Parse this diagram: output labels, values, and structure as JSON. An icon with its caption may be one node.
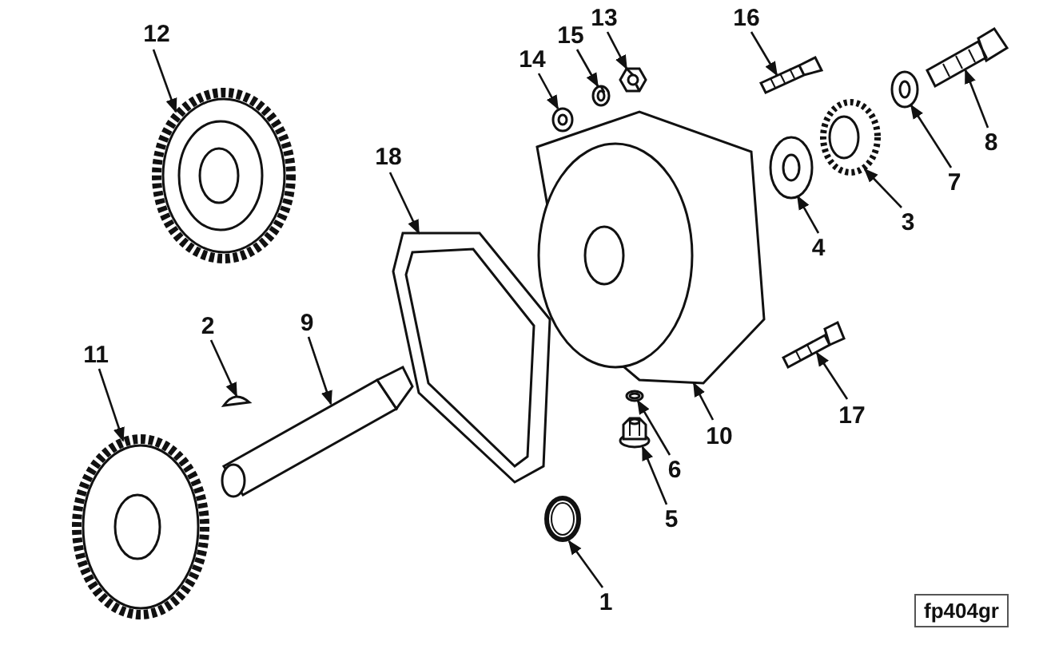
{
  "diagram": {
    "nodes": [
      {
        "text": [
          "13"
        ]
      },
      {
        "text": [
          "16"
        ]
      },
      {
        "text": [
          "12"
        ]
      },
      {
        "text": [
          "15"
        ]
      },
      {
        "text": [
          "14"
        ]
      },
      {
        "text": [
          "8"
        ]
      },
      {
        "text": [
          "18"
        ]
      },
      {
        "text": [
          "7"
        ]
      },
      {
        "text": [
          "3"
        ]
      },
      {
        "text": [
          "4"
        ]
      },
      {
        "text": [
          "9"
        ]
      },
      {
        "text": [
          "2"
        ]
      },
      {
        "text": [
          "11"
        ]
      },
      {
        "text": [
          "17"
        ]
      },
      {
        "text": [
          "10"
        ]
      },
      {
        "text": [
          "6"
        ]
      },
      {
        "text": [
          "5"
        ]
      },
      {
        "text": [
          "1"
        ]
      },
      {
        "text": [],
        "shape": "picture"
      },
      {
        "text": [],
        "shape": "picture"
      },
      {
        "text": [],
        "shape": "picture"
      },
      {
        "text": [],
        "shape": "picture"
      },
      {
        "text": [],
        "shape": "picture"
      },
      {
        "text": [],
        "shape": "picture"
      },
      {
        "text": [],
        "shape": "picture"
      },
      {
        "text": [],
        "shape": "picture"
      },
      {
        "text": [],
        "shape": "picture"
      },
      {
        "text": [],
        "shape": "picture"
      },
      {
        "text": [],
        "shape": "picture"
      },
      {
        "text": [],
        "shape": "picture"
      },
      {
        "text": [],
        "shape": "picture"
      },
      {
        "text": [],
        "shape": "picture"
      },
      {
        "text": [],
        "shape": "picture"
      },
      {
        "text": [],
        "shape": "picture"
      },
      {
        "text": [],
        "shape": "picture"
      },
      {
        "text": [],
        "shape": "picture"
      }
    ],
    "edges": [
      {
        "from": 0,
        "to": 18,
        "arrow": "to"
      },
      {
        "from": 1,
        "to": 19,
        "arrow": "to"
      },
      {
        "from": 2,
        "to": 20,
        "arrow": "to"
      },
      {
        "from": 3,
        "to": 21,
        "arrow": "to"
      },
      {
        "from": 4,
        "to": 22,
        "arrow": "to"
      },
      {
        "from": 5,
        "to": 23,
        "arrow": "to"
      },
      {
        "from": 6,
        "to": 24,
        "arrow": "to"
      },
      {
        "from": 7,
        "to": 25,
        "arrow": "to"
      },
      {
        "from": 8,
        "to": 26,
        "arrow": "to"
      },
      {
        "from": 9,
        "to": 27,
        "arrow": "to"
      },
      {
        "from": 10,
        "to": 28,
        "arrow": "to"
      },
      {
        "from": 11,
        "to": 29,
        "arrow": "to"
      },
      {
        "from": 12,
        "to": 30,
        "arrow": "to"
      },
      {
        "from": 13,
        "to": 31,
        "arrow": "to"
      },
      {
        "from": 14,
        "to": 32,
        "arrow": "to"
      },
      {
        "from": 15,
        "to": 33,
        "arrow": "to"
      },
      {
        "from": 16,
        "to": 34,
        "arrow": "to"
      },
      {
        "from": 17,
        "to": 35,
        "arrow": "to"
      }
    ],
    "labels": [
      "fp404gr"
    ]
  }
}
